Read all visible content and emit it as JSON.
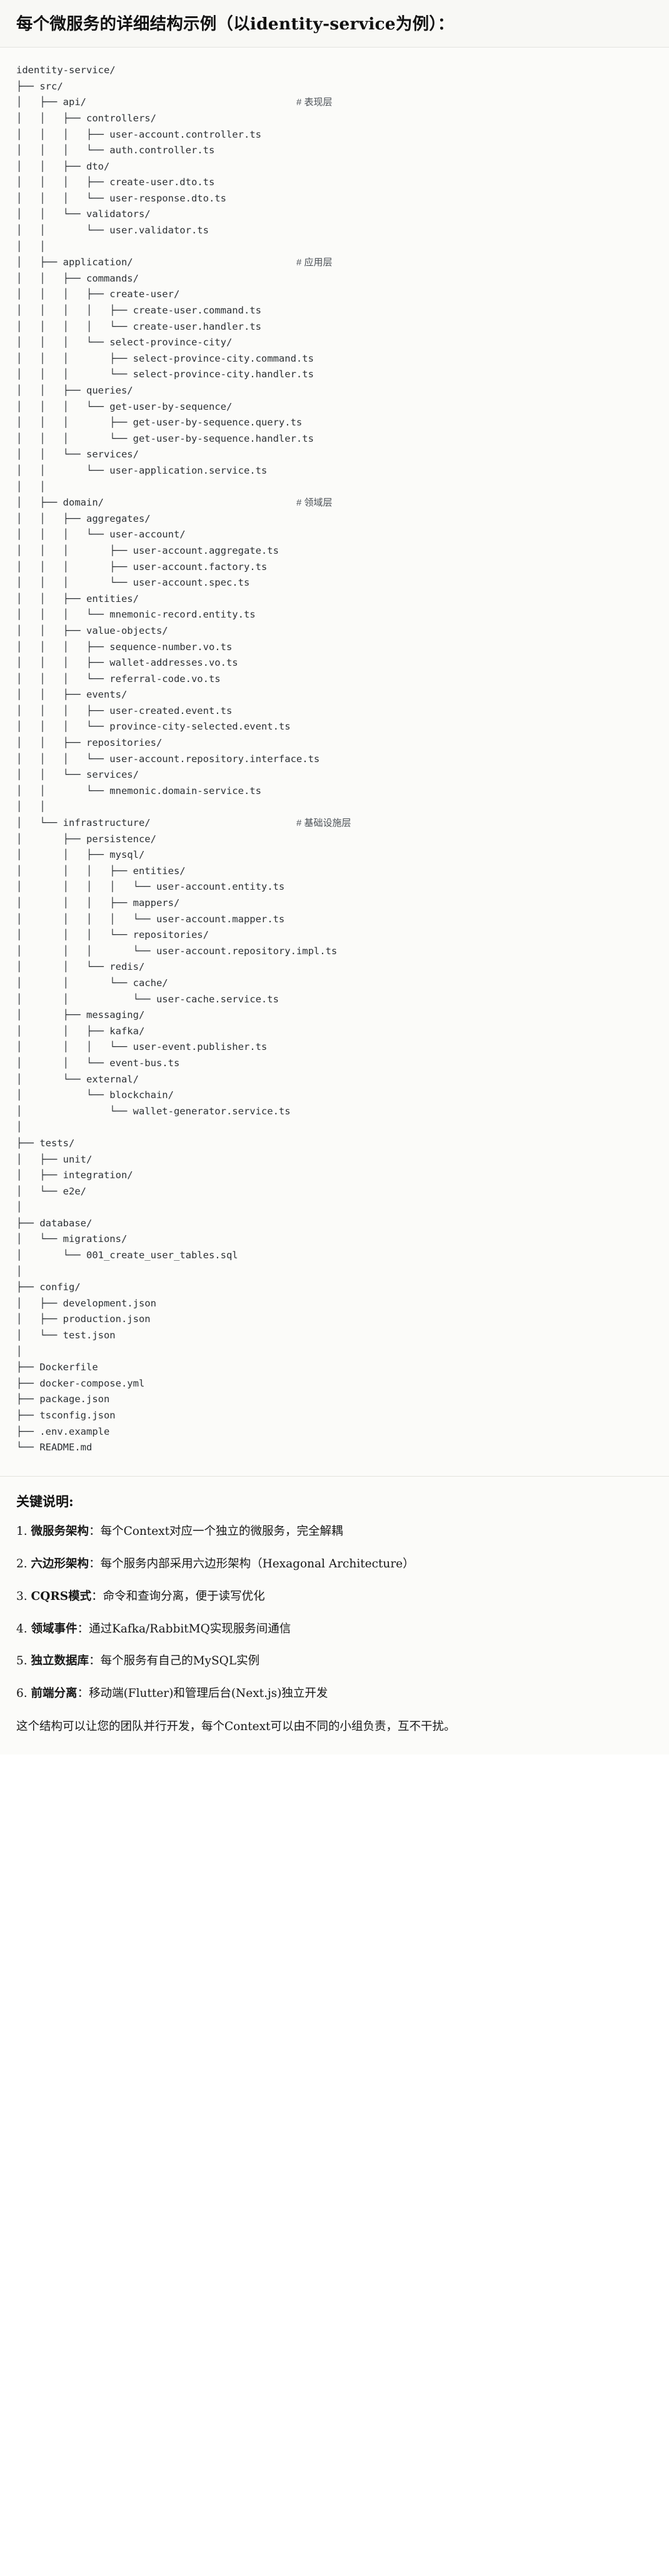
{
  "header": {
    "title": "每个微服务的详细结构示例（以identity-service为例）："
  },
  "tree": {
    "root": "identity-service/",
    "comment_column": 48,
    "lines": [
      {
        "prefix": "",
        "name": "identity-service/",
        "comment": ""
      },
      {
        "prefix": "├── ",
        "name": "src/",
        "comment": ""
      },
      {
        "prefix": "│   ├── ",
        "name": "api/",
        "comment": "# 表现层"
      },
      {
        "prefix": "│   │   ├── ",
        "name": "controllers/",
        "comment": ""
      },
      {
        "prefix": "│   │   │   ├── ",
        "name": "user-account.controller.ts",
        "comment": ""
      },
      {
        "prefix": "│   │   │   └── ",
        "name": "auth.controller.ts",
        "comment": ""
      },
      {
        "prefix": "│   │   ├── ",
        "name": "dto/",
        "comment": ""
      },
      {
        "prefix": "│   │   │   ├── ",
        "name": "create-user.dto.ts",
        "comment": ""
      },
      {
        "prefix": "│   │   │   └── ",
        "name": "user-response.dto.ts",
        "comment": ""
      },
      {
        "prefix": "│   │   └── ",
        "name": "validators/",
        "comment": ""
      },
      {
        "prefix": "│   │       └── ",
        "name": "user.validator.ts",
        "comment": ""
      },
      {
        "prefix": "│   │",
        "name": "",
        "comment": ""
      },
      {
        "prefix": "│   ├── ",
        "name": "application/",
        "comment": "# 应用层"
      },
      {
        "prefix": "│   │   ├── ",
        "name": "commands/",
        "comment": ""
      },
      {
        "prefix": "│   │   │   ├── ",
        "name": "create-user/",
        "comment": ""
      },
      {
        "prefix": "│   │   │   │   ├── ",
        "name": "create-user.command.ts",
        "comment": ""
      },
      {
        "prefix": "│   │   │   │   └── ",
        "name": "create-user.handler.ts",
        "comment": ""
      },
      {
        "prefix": "│   │   │   └── ",
        "name": "select-province-city/",
        "comment": ""
      },
      {
        "prefix": "│   │   │       ├── ",
        "name": "select-province-city.command.ts",
        "comment": ""
      },
      {
        "prefix": "│   │   │       └── ",
        "name": "select-province-city.handler.ts",
        "comment": ""
      },
      {
        "prefix": "│   │   ├── ",
        "name": "queries/",
        "comment": ""
      },
      {
        "prefix": "│   │   │   └── ",
        "name": "get-user-by-sequence/",
        "comment": ""
      },
      {
        "prefix": "│   │   │       ├── ",
        "name": "get-user-by-sequence.query.ts",
        "comment": ""
      },
      {
        "prefix": "│   │   │       └── ",
        "name": "get-user-by-sequence.handler.ts",
        "comment": ""
      },
      {
        "prefix": "│   │   └── ",
        "name": "services/",
        "comment": ""
      },
      {
        "prefix": "│   │       └── ",
        "name": "user-application.service.ts",
        "comment": ""
      },
      {
        "prefix": "│   │",
        "name": "",
        "comment": ""
      },
      {
        "prefix": "│   ├── ",
        "name": "domain/",
        "comment": "# 领域层"
      },
      {
        "prefix": "│   │   ├── ",
        "name": "aggregates/",
        "comment": ""
      },
      {
        "prefix": "│   │   │   └── ",
        "name": "user-account/",
        "comment": ""
      },
      {
        "prefix": "│   │   │       ├── ",
        "name": "user-account.aggregate.ts",
        "comment": ""
      },
      {
        "prefix": "│   │   │       ├── ",
        "name": "user-account.factory.ts",
        "comment": ""
      },
      {
        "prefix": "│   │   │       └── ",
        "name": "user-account.spec.ts",
        "comment": ""
      },
      {
        "prefix": "│   │   ├── ",
        "name": "entities/",
        "comment": ""
      },
      {
        "prefix": "│   │   │   └── ",
        "name": "mnemonic-record.entity.ts",
        "comment": ""
      },
      {
        "prefix": "│   │   ├── ",
        "name": "value-objects/",
        "comment": ""
      },
      {
        "prefix": "│   │   │   ├── ",
        "name": "sequence-number.vo.ts",
        "comment": ""
      },
      {
        "prefix": "│   │   │   ├── ",
        "name": "wallet-addresses.vo.ts",
        "comment": ""
      },
      {
        "prefix": "│   │   │   └── ",
        "name": "referral-code.vo.ts",
        "comment": ""
      },
      {
        "prefix": "│   │   ├── ",
        "name": "events/",
        "comment": ""
      },
      {
        "prefix": "│   │   │   ├── ",
        "name": "user-created.event.ts",
        "comment": ""
      },
      {
        "prefix": "│   │   │   └── ",
        "name": "province-city-selected.event.ts",
        "comment": ""
      },
      {
        "prefix": "│   │   ├── ",
        "name": "repositories/",
        "comment": ""
      },
      {
        "prefix": "│   │   │   └── ",
        "name": "user-account.repository.interface.ts",
        "comment": ""
      },
      {
        "prefix": "│   │   └── ",
        "name": "services/",
        "comment": ""
      },
      {
        "prefix": "│   │       └── ",
        "name": "mnemonic.domain-service.ts",
        "comment": ""
      },
      {
        "prefix": "│   │",
        "name": "",
        "comment": ""
      },
      {
        "prefix": "│   └── ",
        "name": "infrastructure/",
        "comment": "# 基础设施层"
      },
      {
        "prefix": "│       ├── ",
        "name": "persistence/",
        "comment": ""
      },
      {
        "prefix": "│       │   ├── ",
        "name": "mysql/",
        "comment": ""
      },
      {
        "prefix": "│       │   │   ├── ",
        "name": "entities/",
        "comment": ""
      },
      {
        "prefix": "│       │   │   │   └── ",
        "name": "user-account.entity.ts",
        "comment": ""
      },
      {
        "prefix": "│       │   │   ├── ",
        "name": "mappers/",
        "comment": ""
      },
      {
        "prefix": "│       │   │   │   └── ",
        "name": "user-account.mapper.ts",
        "comment": ""
      },
      {
        "prefix": "│       │   │   └── ",
        "name": "repositories/",
        "comment": ""
      },
      {
        "prefix": "│       │   │       └── ",
        "name": "user-account.repository.impl.ts",
        "comment": ""
      },
      {
        "prefix": "│       │   └── ",
        "name": "redis/",
        "comment": ""
      },
      {
        "prefix": "│       │       └── ",
        "name": "cache/",
        "comment": ""
      },
      {
        "prefix": "│       │           └── ",
        "name": "user-cache.service.ts",
        "comment": ""
      },
      {
        "prefix": "│       ├── ",
        "name": "messaging/",
        "comment": ""
      },
      {
        "prefix": "│       │   ├── ",
        "name": "kafka/",
        "comment": ""
      },
      {
        "prefix": "│       │   │   └── ",
        "name": "user-event.publisher.ts",
        "comment": ""
      },
      {
        "prefix": "│       │   └── ",
        "name": "event-bus.ts",
        "comment": ""
      },
      {
        "prefix": "│       └── ",
        "name": "external/",
        "comment": ""
      },
      {
        "prefix": "│           └── ",
        "name": "blockchain/",
        "comment": ""
      },
      {
        "prefix": "│               └── ",
        "name": "wallet-generator.service.ts",
        "comment": ""
      },
      {
        "prefix": "│",
        "name": "",
        "comment": ""
      },
      {
        "prefix": "├── ",
        "name": "tests/",
        "comment": ""
      },
      {
        "prefix": "│   ├── ",
        "name": "unit/",
        "comment": ""
      },
      {
        "prefix": "│   ├── ",
        "name": "integration/",
        "comment": ""
      },
      {
        "prefix": "│   └── ",
        "name": "e2e/",
        "comment": ""
      },
      {
        "prefix": "│",
        "name": "",
        "comment": ""
      },
      {
        "prefix": "├── ",
        "name": "database/",
        "comment": ""
      },
      {
        "prefix": "│   └── ",
        "name": "migrations/",
        "comment": ""
      },
      {
        "prefix": "│       └── ",
        "name": "001_create_user_tables.sql",
        "comment": ""
      },
      {
        "prefix": "│",
        "name": "",
        "comment": ""
      },
      {
        "prefix": "├── ",
        "name": "config/",
        "comment": ""
      },
      {
        "prefix": "│   ├── ",
        "name": "development.json",
        "comment": ""
      },
      {
        "prefix": "│   ├── ",
        "name": "production.json",
        "comment": ""
      },
      {
        "prefix": "│   └── ",
        "name": "test.json",
        "comment": ""
      },
      {
        "prefix": "│",
        "name": "",
        "comment": ""
      },
      {
        "prefix": "├── ",
        "name": "Dockerfile",
        "comment": ""
      },
      {
        "prefix": "├── ",
        "name": "docker-compose.yml",
        "comment": ""
      },
      {
        "prefix": "├── ",
        "name": "package.json",
        "comment": ""
      },
      {
        "prefix": "├── ",
        "name": "tsconfig.json",
        "comment": ""
      },
      {
        "prefix": "├── ",
        "name": ".env.example",
        "comment": ""
      },
      {
        "prefix": "└── ",
        "name": "README.md",
        "comment": ""
      }
    ]
  },
  "notes": {
    "heading": "关键说明:",
    "items": [
      {
        "num": "1.",
        "term": "微服务架构",
        "sep": "：",
        "desc": "每个Context对应一个独立的微服务，完全解耦"
      },
      {
        "num": "2.",
        "term": "六边形架构",
        "sep": "：",
        "desc": "每个服务内部采用六边形架构（Hexagonal Architecture）"
      },
      {
        "num": "3.",
        "term": "CQRS模式",
        "sep": "：",
        "desc": "命令和查询分离，便于读写优化"
      },
      {
        "num": "4.",
        "term": "领域事件",
        "sep": "：",
        "desc": "通过Kafka/RabbitMQ实现服务间通信"
      },
      {
        "num": "5.",
        "term": "独立数据库",
        "sep": "：",
        "desc": "每个服务有自己的MySQL实例"
      },
      {
        "num": "6.",
        "term": "前端分离",
        "sep": "：",
        "desc": "移动端(Flutter)和管理后台(Next.js)独立开发"
      }
    ],
    "closing": "这个结构可以让您的团队并行开发，每个Context可以由不同的小组负责，互不干扰。"
  },
  "colors": {
    "page_bg": "#fbfbf9",
    "header_bg": "#f8f8f5",
    "border": "#e3e3df",
    "text": "#181818",
    "code_text": "#2c3034",
    "comment_text": "#4a4f55"
  }
}
